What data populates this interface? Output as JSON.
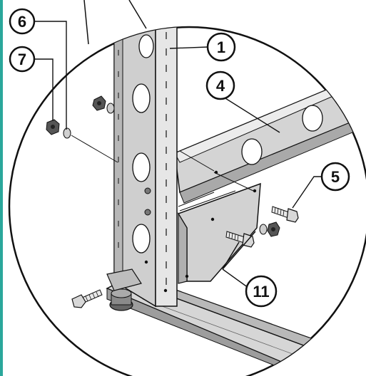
{
  "diagram": {
    "callouts": [
      {
        "id": "c1",
        "label": "1"
      },
      {
        "id": "c4",
        "label": "4"
      },
      {
        "id": "c5",
        "label": "5"
      },
      {
        "id": "c6",
        "label": "6"
      },
      {
        "id": "c7",
        "label": "7"
      },
      {
        "id": "c11",
        "label": "11"
      }
    ],
    "colors": {
      "frame_accent": "#2aa79b",
      "line": "#1a1a1a",
      "metal_light": "#d9d9d9",
      "metal_mid": "#bfbfbf",
      "metal_dark": "#8f8f8f"
    }
  }
}
